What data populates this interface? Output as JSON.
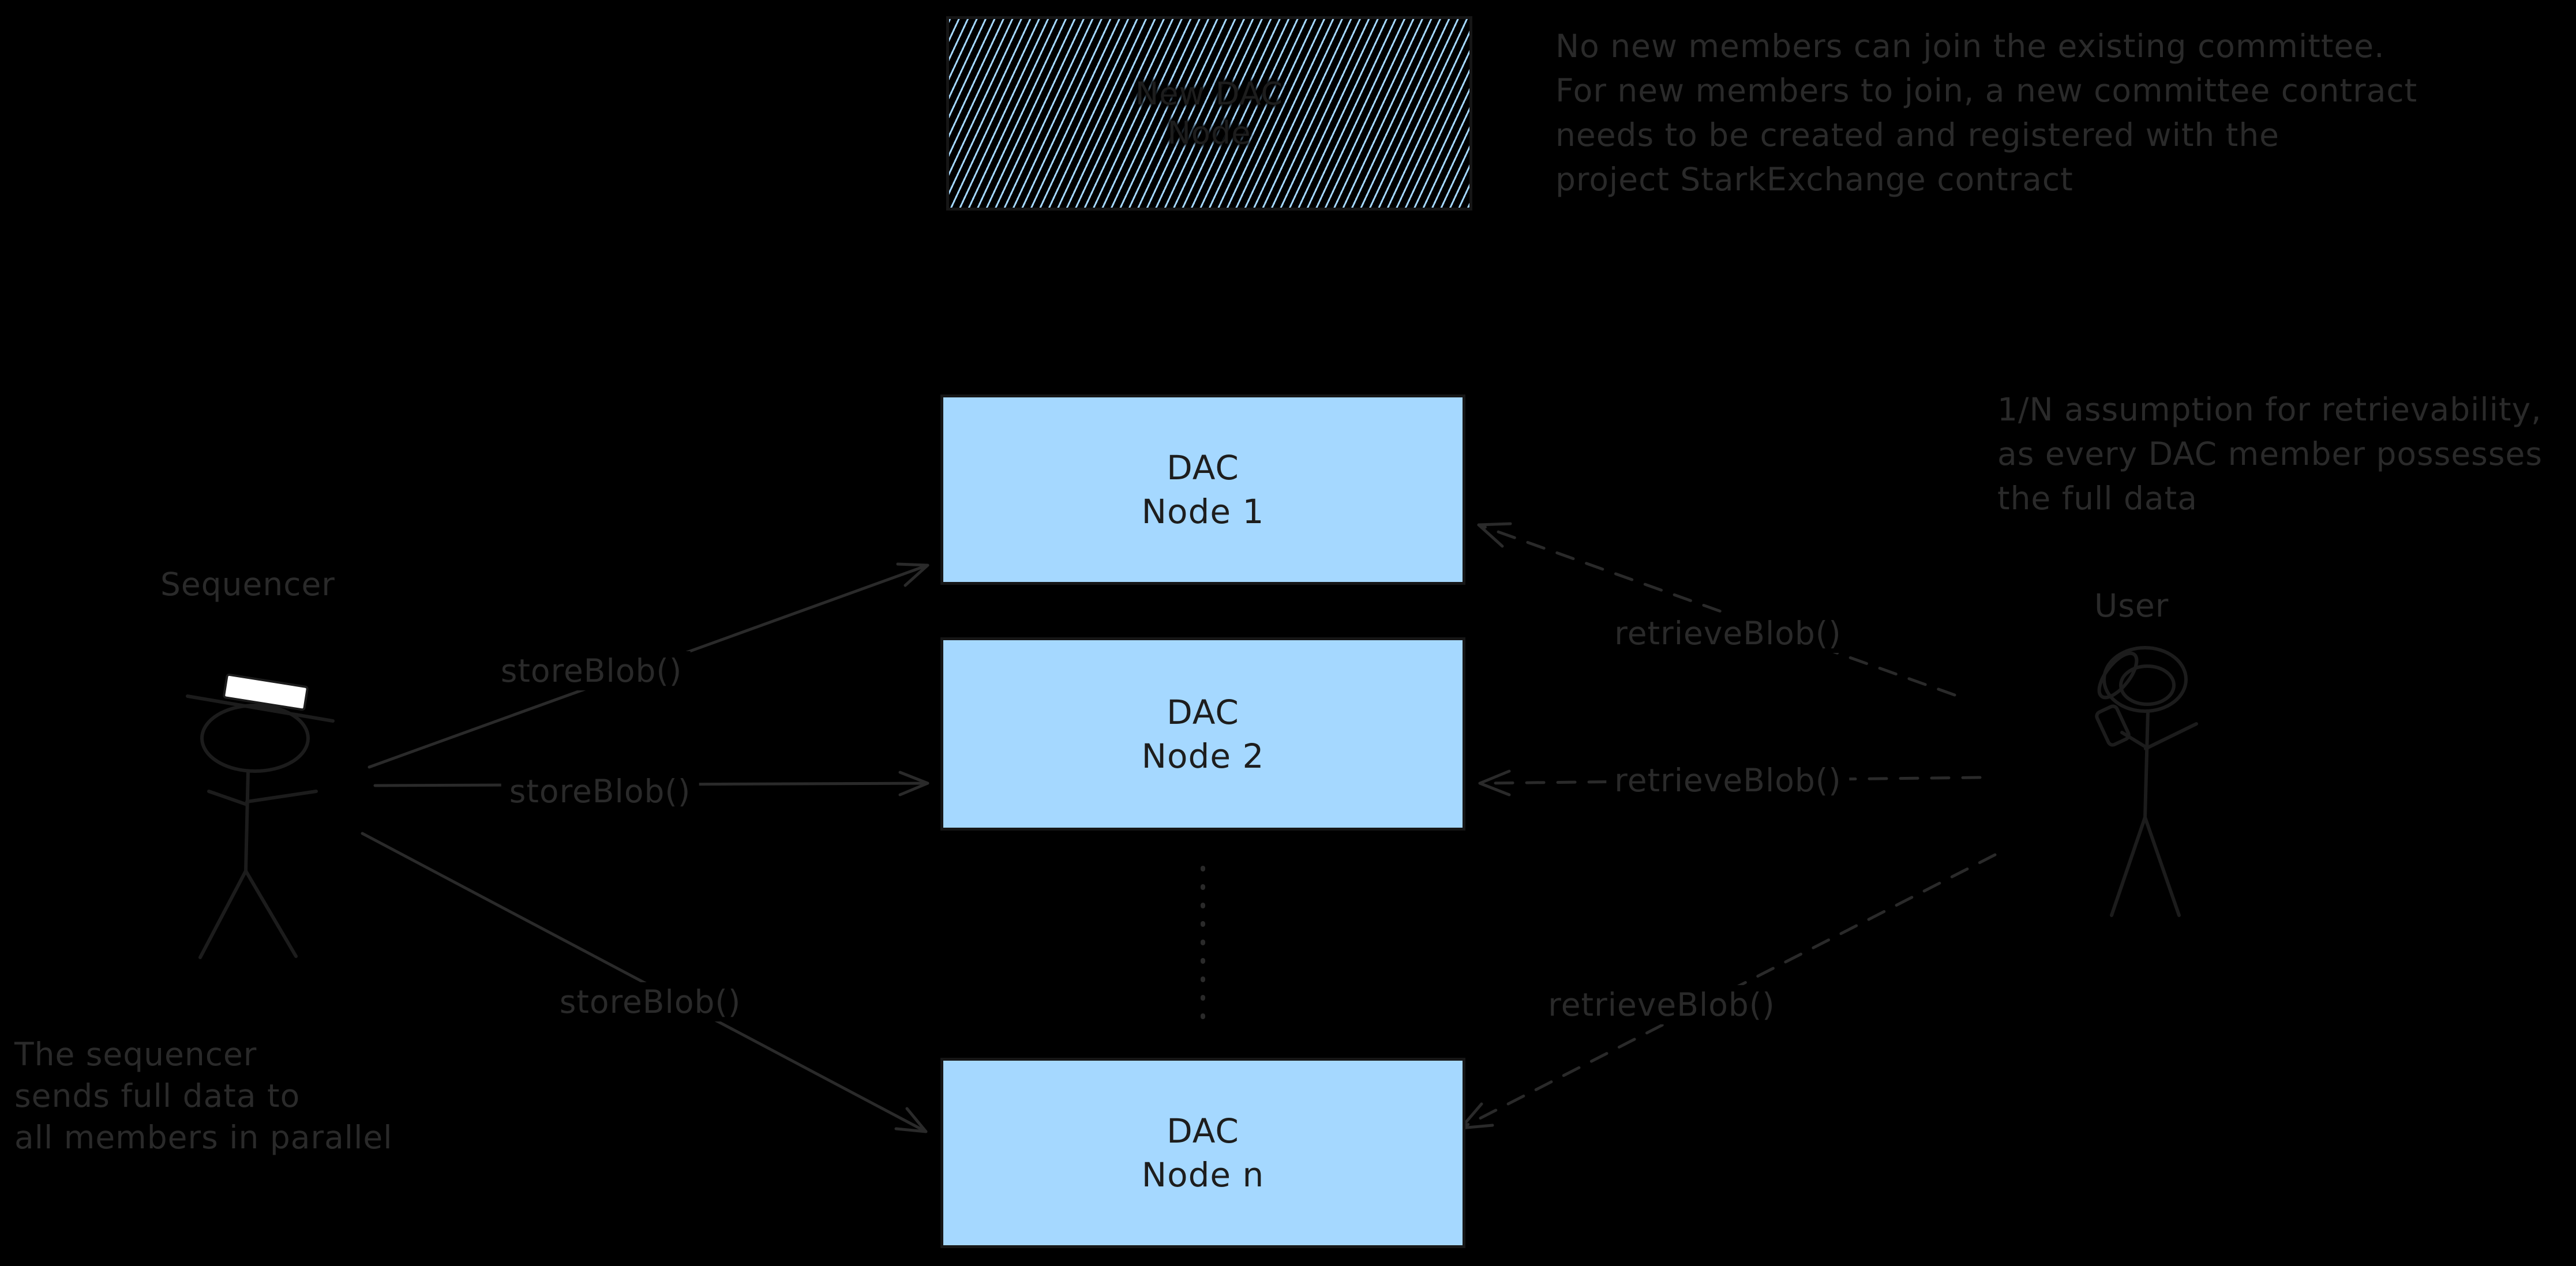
{
  "colors": {
    "background": "#000000",
    "node_fill": "#a5d8ff",
    "ink": "#2a2a2a",
    "figure_ink": "#1c1c1c",
    "box_border": "#161616",
    "box_text": "#1d1d1d",
    "hat_fill": "#ffffff"
  },
  "committee_box": {
    "lines": [
      "New DAC",
      "Node"
    ]
  },
  "dac_nodes": [
    {
      "lines": [
        "DAC",
        "Node 1"
      ]
    },
    {
      "lines": [
        "DAC",
        "Node 2"
      ]
    },
    {
      "lines": [
        "DAC",
        "Node n"
      ]
    }
  ],
  "actors": {
    "sequencer": {
      "label": "Sequencer"
    },
    "user": {
      "label": "User"
    }
  },
  "arrows": {
    "store": [
      {
        "label": "storeBlob()"
      },
      {
        "label": "storeBlob()"
      },
      {
        "label": "storeBlob()"
      }
    ],
    "retrieve": [
      {
        "label": "retrieveBlob()"
      },
      {
        "label": "retrieveBlob()"
      },
      {
        "label": "retrieveBlob()"
      }
    ]
  },
  "notes": {
    "committee_rules": {
      "lines": [
        "No new members can join the existing committee.",
        "For new members to join, a new committee contract",
        "needs to be created and registered with the",
        "project StarkExchange contract"
      ]
    },
    "retrievability": {
      "lines": [
        "1/N assumption for retrievability,",
        "as every DAC member possesses",
        "the full data"
      ]
    },
    "sequencer_behavior": {
      "lines": [
        "The sequencer",
        "sends full data to",
        "all members in parallel"
      ]
    }
  }
}
